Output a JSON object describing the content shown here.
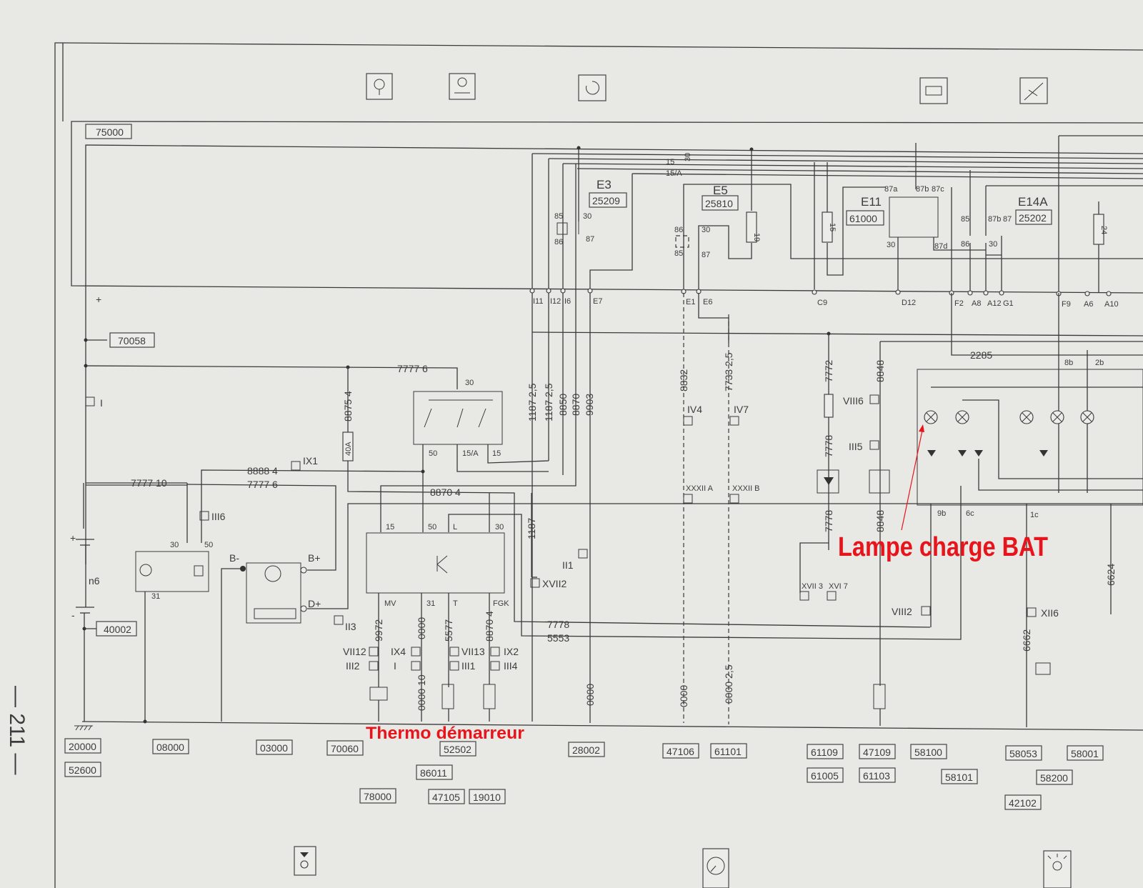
{
  "page_number": "— 211 —",
  "annotations": {
    "lamp": "Lampe charge BAT",
    "thermo": "Thermo démarreur"
  },
  "top_icons": [
    "oil-pressure-icon",
    "ignition-switch-icon",
    "rev-counter-icon",
    "battery-charge-icon",
    "wiper-icon"
  ],
  "bottom_icons": [
    "diode-lamp-icon",
    "gauge-icon",
    "light-icon"
  ],
  "fusebox_code": "75000",
  "codes": [
    "70058",
    "40002",
    "20000",
    "52600",
    "08000",
    "03000",
    "70060",
    "52502",
    "86011",
    "78000",
    "47105",
    "19010",
    "28002",
    "47106",
    "61101",
    "61109",
    "61005",
    "47109",
    "61103",
    "58100",
    "58101",
    "58053",
    "58200",
    "42102",
    "58001"
  ],
  "relays": [
    {
      "name": "E3",
      "code": "25209"
    },
    {
      "name": "E5",
      "code": "25810"
    },
    {
      "name": "E11",
      "code": "61000"
    },
    {
      "name": "E14A",
      "code": "25202"
    }
  ],
  "fuses": [
    "40A",
    "19",
    "15",
    "24"
  ],
  "busbar_labels": [
    "30",
    "15",
    "15/A"
  ],
  "fusebox_pins": [
    "I11",
    "I12",
    "I6",
    "E7",
    "E1",
    "E6",
    "C9",
    "D12",
    "F2",
    "A8",
    "A12",
    "G1",
    "F9",
    "A6",
    "A10"
  ],
  "relay_pins": [
    "85",
    "86",
    "30",
    "87",
    "86",
    "85",
    "30",
    "87",
    "87a",
    "87b",
    "87c",
    "30",
    "87d",
    "85",
    "86",
    "87b",
    "87",
    "30"
  ],
  "wires": [
    "7777 6",
    "8875 4",
    "8888 4",
    "7777 10",
    "7777 6",
    "8870 4",
    "1187 2,5",
    "1187 2,5",
    "8850",
    "8870",
    "9903",
    "1187",
    "8832",
    "7733 2,5",
    "7772",
    "7778",
    "7778",
    "8848",
    "8848",
    "2285",
    "7778",
    "5553",
    "9972",
    "0000",
    "5577",
    "8870 4",
    "0000 10",
    "0000",
    "0000",
    "0000 2,5",
    "6662",
    "6624"
  ],
  "connectors": [
    "I",
    "IX1",
    "III6",
    "II3",
    "VII12",
    "III2",
    "IX4",
    "I",
    "VII13",
    "III1",
    "IX2",
    "III4",
    "II1",
    "XVII2",
    "IV4",
    "IV7",
    "XXXII A",
    "XXXII B",
    "XVII 3",
    "XVI 7",
    "VIII6",
    "III5",
    "VIII2",
    "XII6"
  ],
  "terminals": [
    "30",
    "50",
    "31",
    "B-",
    "B+",
    "D+",
    "30",
    "50",
    "15/A",
    "15",
    "15",
    "50",
    "L",
    "30",
    "MV",
    "31",
    "T",
    "FGK",
    "n6",
    "+",
    "+",
    "-",
    "8b",
    "2b",
    "9b",
    "6c",
    "1c"
  ]
}
